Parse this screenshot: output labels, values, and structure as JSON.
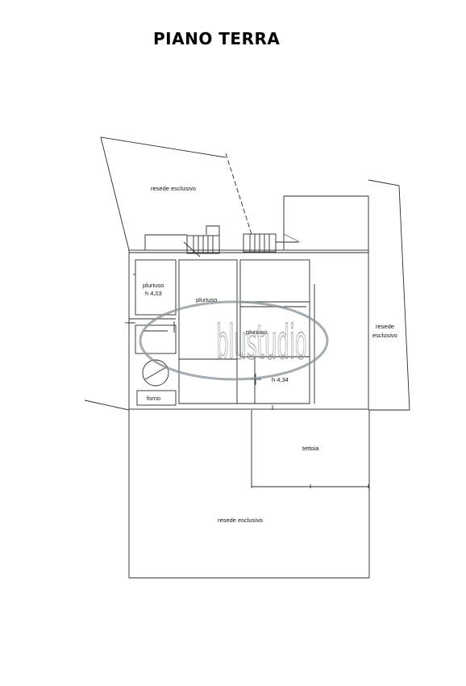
{
  "title": "PIANO TERRA",
  "colors": {
    "line": "#2b2b2b",
    "watermark": "#8a9196",
    "background": "#ffffff"
  },
  "rooms": {
    "resede_north": "resede esclusivo",
    "pluriuso_left": "pluriuso",
    "pluriuso_left_height": "h 4,03",
    "pluriuso_center": "pluriuso",
    "pluriuso_right": "pluriuso",
    "pluriuso_right_height": "h 4,34",
    "resede_east_1": "resede",
    "resede_east_2": "esclusivo",
    "forno": "forno",
    "tettoia": "tettoia",
    "resede_south": "resede esclusivo"
  },
  "watermark": {
    "text": "blustudio"
  }
}
